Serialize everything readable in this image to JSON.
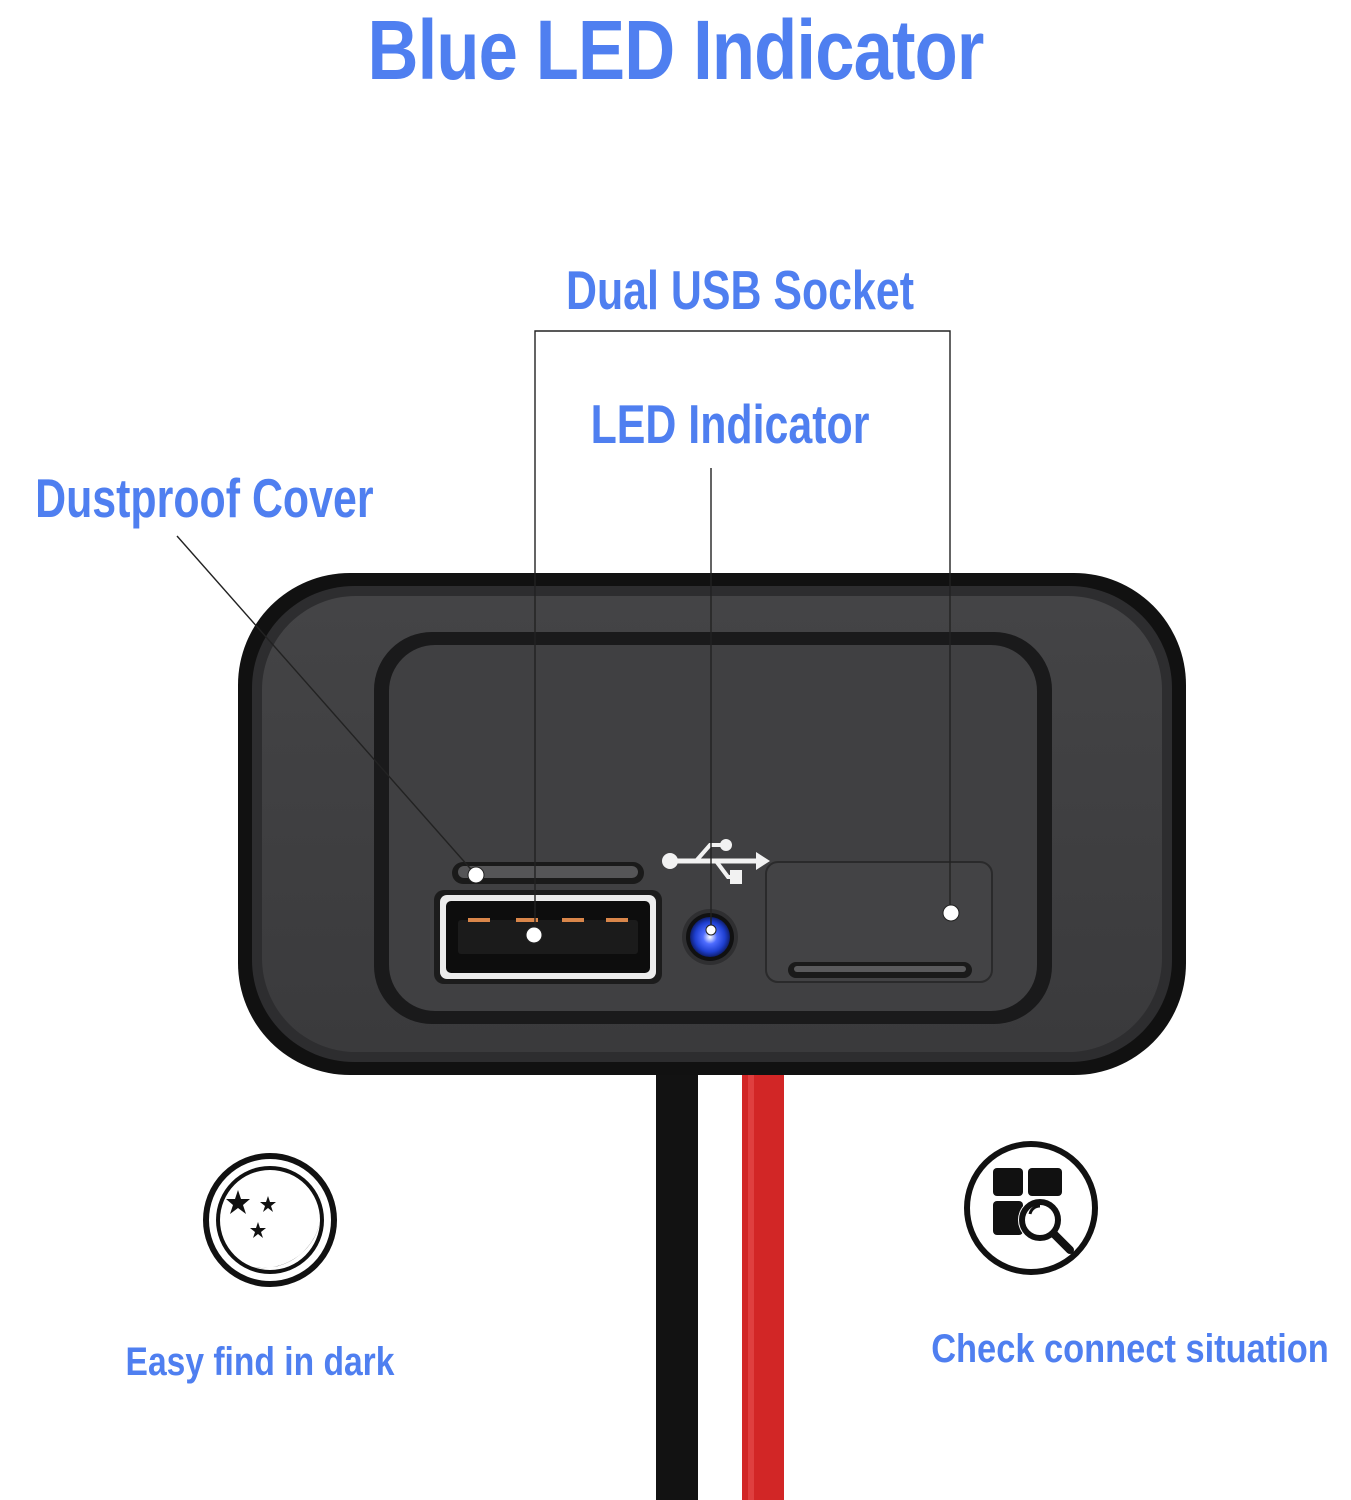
{
  "title": "Blue LED Indicator",
  "callouts": {
    "dual_usb": "Dual USB Socket",
    "led": "LED Indicator",
    "dustproof": "Dustproof Cover"
  },
  "features": {
    "dark": {
      "label": "Easy find in dark",
      "icon": "moon-stars-icon"
    },
    "check": {
      "label": "Check connect  situation",
      "icon": "magnifier-grid-icon"
    }
  },
  "colors": {
    "label_blue": "#4f7ff0",
    "led_blue": "#1e3fd0",
    "panel_dark": "#3e3e40",
    "frame_black": "#151515",
    "wire_red": "#d22626",
    "wire_black": "#111111"
  }
}
